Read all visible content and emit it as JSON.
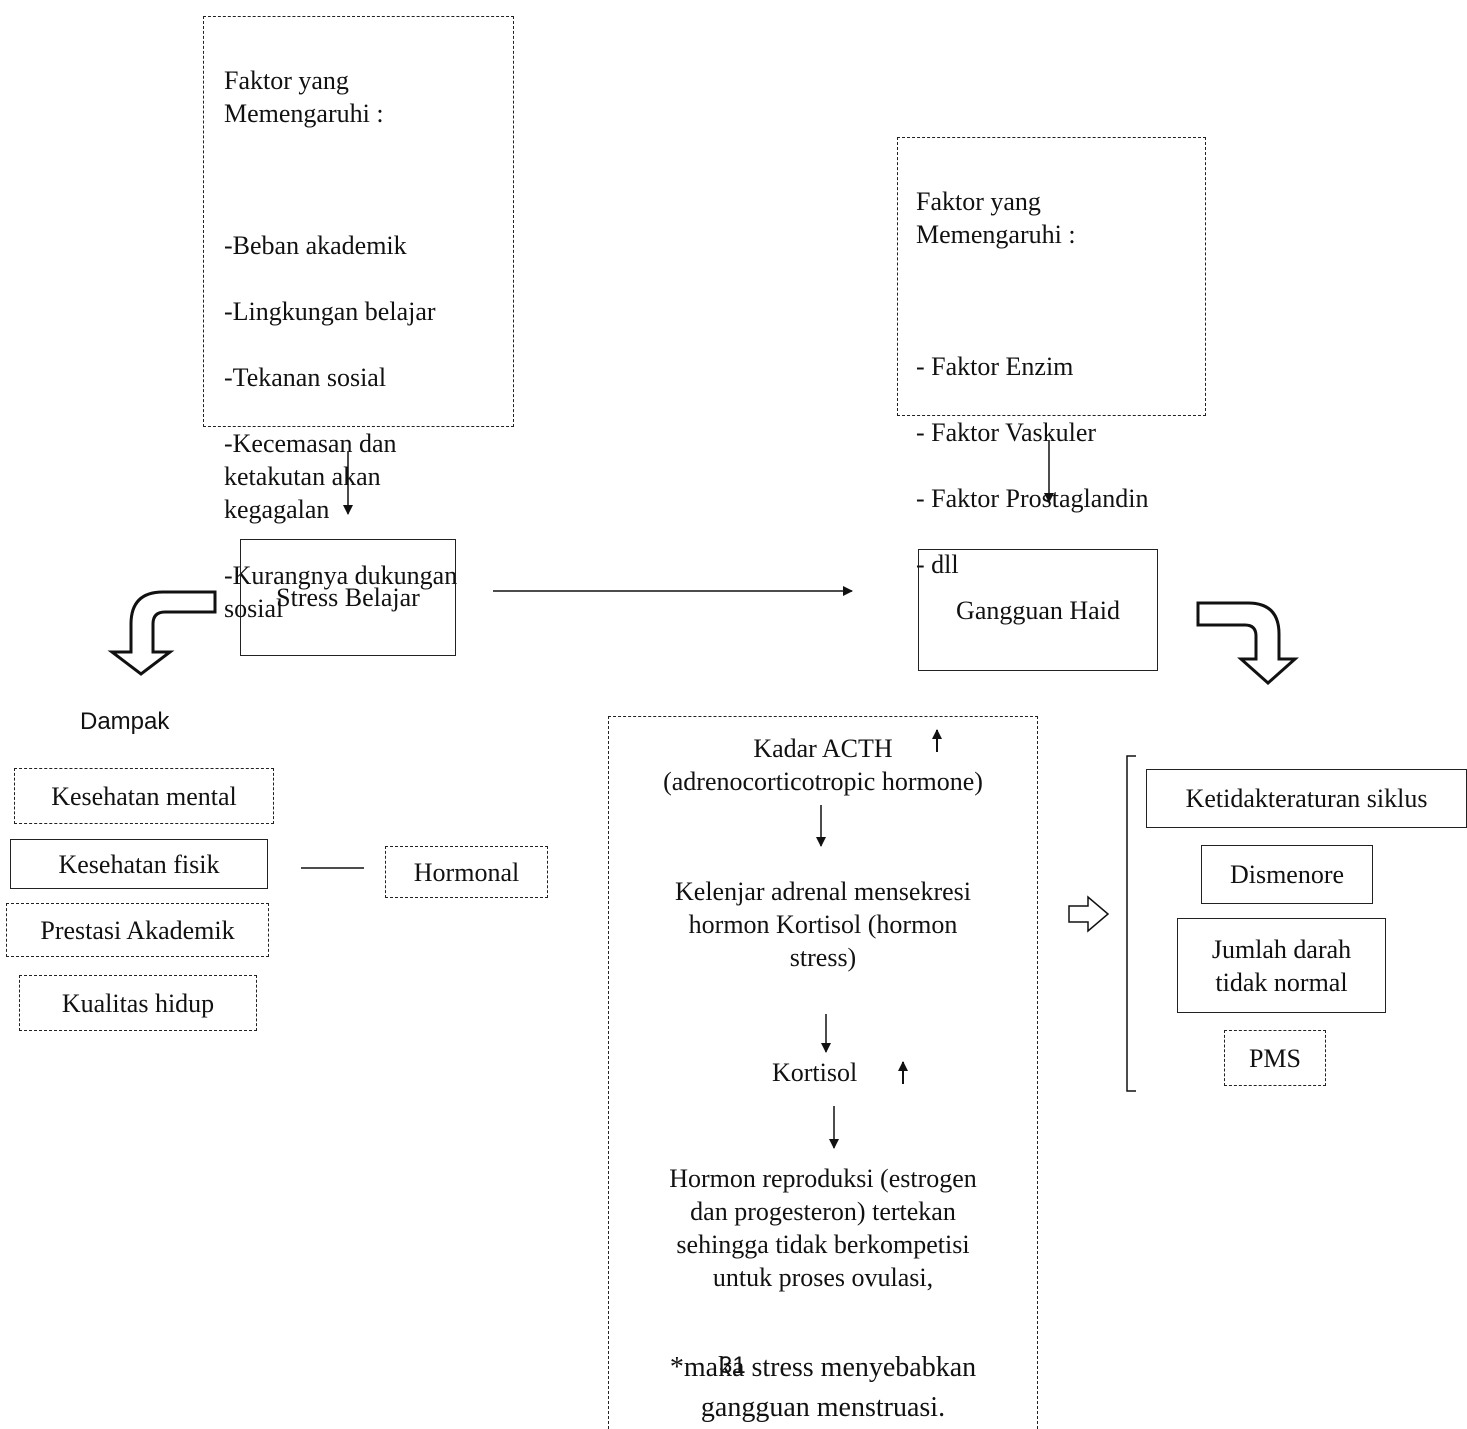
{
  "faktor_left": {
    "heading": "Faktor yang\nMemengaruhi :",
    "items": [
      "-Beban akademik",
      "-Lingkungan belajar",
      "-Tekanan sosial",
      "-Kecemasan dan\nketakutan akan\nkegagalan",
      "-Kurangnya dukungan\nsosial"
    ]
  },
  "faktor_right": {
    "heading": "Faktor yang\nMemengaruhi :",
    "items": [
      "- Faktor Enzim",
      "- Faktor Vaskuler",
      "- Faktor Prostaglandin",
      "- dll"
    ]
  },
  "stress_belajar": "Stress Belajar",
  "gangguan_haid": "Gangguan Haid",
  "dampak": {
    "title": "Dampak",
    "items": [
      "Kesehatan mental",
      "Kesehatan fisik",
      "Prestasi Akademik",
      "Kualitas hidup"
    ],
    "hormonal": "Hormonal"
  },
  "mechanism": {
    "acth": "Kadar ACTH\n(adrenocorticotropic hormone)",
    "adrenal": "Kelenjar adrenal mensekresi\nhormon Kortisol (hormon\nstress)",
    "kortisol": "Kortisol",
    "reproduksi": "Hormon reproduksi (estrogen\ndan progesteron) tertekan\nsehingga tidak berkompetisi\nuntuk proses ovulasi,",
    "conclusion": "*maka stress menyebabkan\ngangguan menstruasi."
  },
  "gangguan_list": [
    "Ketidakteraturan siklus",
    "Dismenore",
    "Jumlah darah\ntidak normal",
    "PMS"
  ],
  "page_number": "31"
}
